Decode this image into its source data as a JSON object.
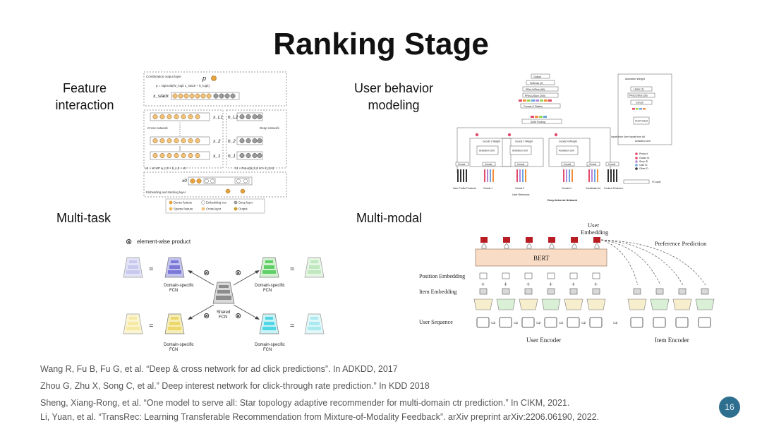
{
  "slide": {
    "title": "Ranking Stage",
    "page_number": "16"
  },
  "sections": {
    "feature_interaction": "Feature interaction",
    "feature_interaction_line1": "Feature",
    "feature_interaction_line2": "interaction",
    "user_behavior_line1": "User behavior",
    "user_behavior_line2": "modeling",
    "multi_task": "Multi-task",
    "multi_modal": "Multi-modal"
  },
  "dcn_figure": {
    "combination_layer": "Combination output layer",
    "output_symbol": "p",
    "formula_output": "p = sigmoid(W_logit x_stack + b_logit)",
    "stack_label": "x_stack",
    "cross_network": "Cross network",
    "deep_network": "Deep network",
    "cross_labels": [
      "x_L1",
      "x_2",
      "x_1"
    ],
    "deep_labels": [
      "h_L2",
      "h_2",
      "h_1"
    ],
    "cross_formula": "x1 = x0 x0ᵀ w_c,0 + b_c,0 + x0",
    "deep_formula": "h1 = ReLu(W_h,0 x0 + b_h,0)",
    "x0_label": "x0",
    "embedding_layer": "Embedding and stacking layer",
    "legend": [
      "Dense feature",
      "Embedding vec",
      "Deep layer",
      "Sparse feature",
      "Cross layer",
      "Output"
    ]
  },
  "din_figure": {
    "top_boxes": [
      "Output",
      "Softmax (2)",
      "PReLU/Dice (80)",
      "PReLU/Dice (200)",
      "Concat & Flatten"
    ],
    "pooling": "SUM Pooling",
    "goods_weights": [
      "Goods 1 Weight",
      "Goods 2 Weight",
      "Goods N Weight"
    ],
    "activation_unit": "Activation Unit",
    "concat": "Concat",
    "bottom_labels": [
      "User Profile Features",
      "Goods 1",
      "Goods 2",
      "Goods N",
      "Candidate Ad",
      "Context Features"
    ],
    "user_behaviors": "User Behaviors",
    "caption": "Deep Interest Network",
    "au_title": "Activation Weight",
    "au_boxes": [
      "Linear (1)",
      "PReLU/Dice (36)",
      "Concat",
      "Out Product"
    ],
    "au_inputs": "Inputs from User   Inputs from Ad",
    "au_caption": "Activation Unit",
    "legend": [
      "Product",
      "Goods ID",
      "Shop ID",
      "Cate ID",
      "Other ID",
      "FC layer"
    ]
  },
  "star_figure": {
    "legend": "element-wise product",
    "domain_label": "Domain-specific FCN",
    "domain_line1": "Domain-specific",
    "domain_line2": "FCN",
    "shared_line1": "Shared",
    "shared_line2": "FCN",
    "equals": "=",
    "product": "⊗"
  },
  "transrec_figure": {
    "user_embedding_line1": "User",
    "user_embedding_line2": "Embedding",
    "preference": "Preference Prediction",
    "bert": "BERT",
    "position_embedding": "Position Embedding",
    "item_embedding": "Item Embedding",
    "user_sequence": "User Sequence",
    "user_encoder": "User Encoder",
    "item_encoder": "Item Encoder"
  },
  "references": [
    "Wang R, Fu B, Fu G, et al. “Deep & cross network for ad click predictions”. In ADKDD, 2017",
    "Zhou G, Zhu X, Song C, et al.” Deep interest network for click-through rate prediction.” In KDD 2018",
    "Sheng, Xiang-Rong, et al. “One model to serve all: Star topology adaptive recommender for multi-domain ctr prediction.” In CIKM, 2021.",
    "Li, Yuan, et al. “TransRec: Learning Transferable Recommendation from Mixture-of-Modality Feedback”. arXiv preprint arXiv:2206.06190, 2022."
  ],
  "colors": {
    "accent": "#2e6e8e",
    "orange": "#e8a33d",
    "bert": "#f9dcc6",
    "red_token": "#b81d24"
  }
}
